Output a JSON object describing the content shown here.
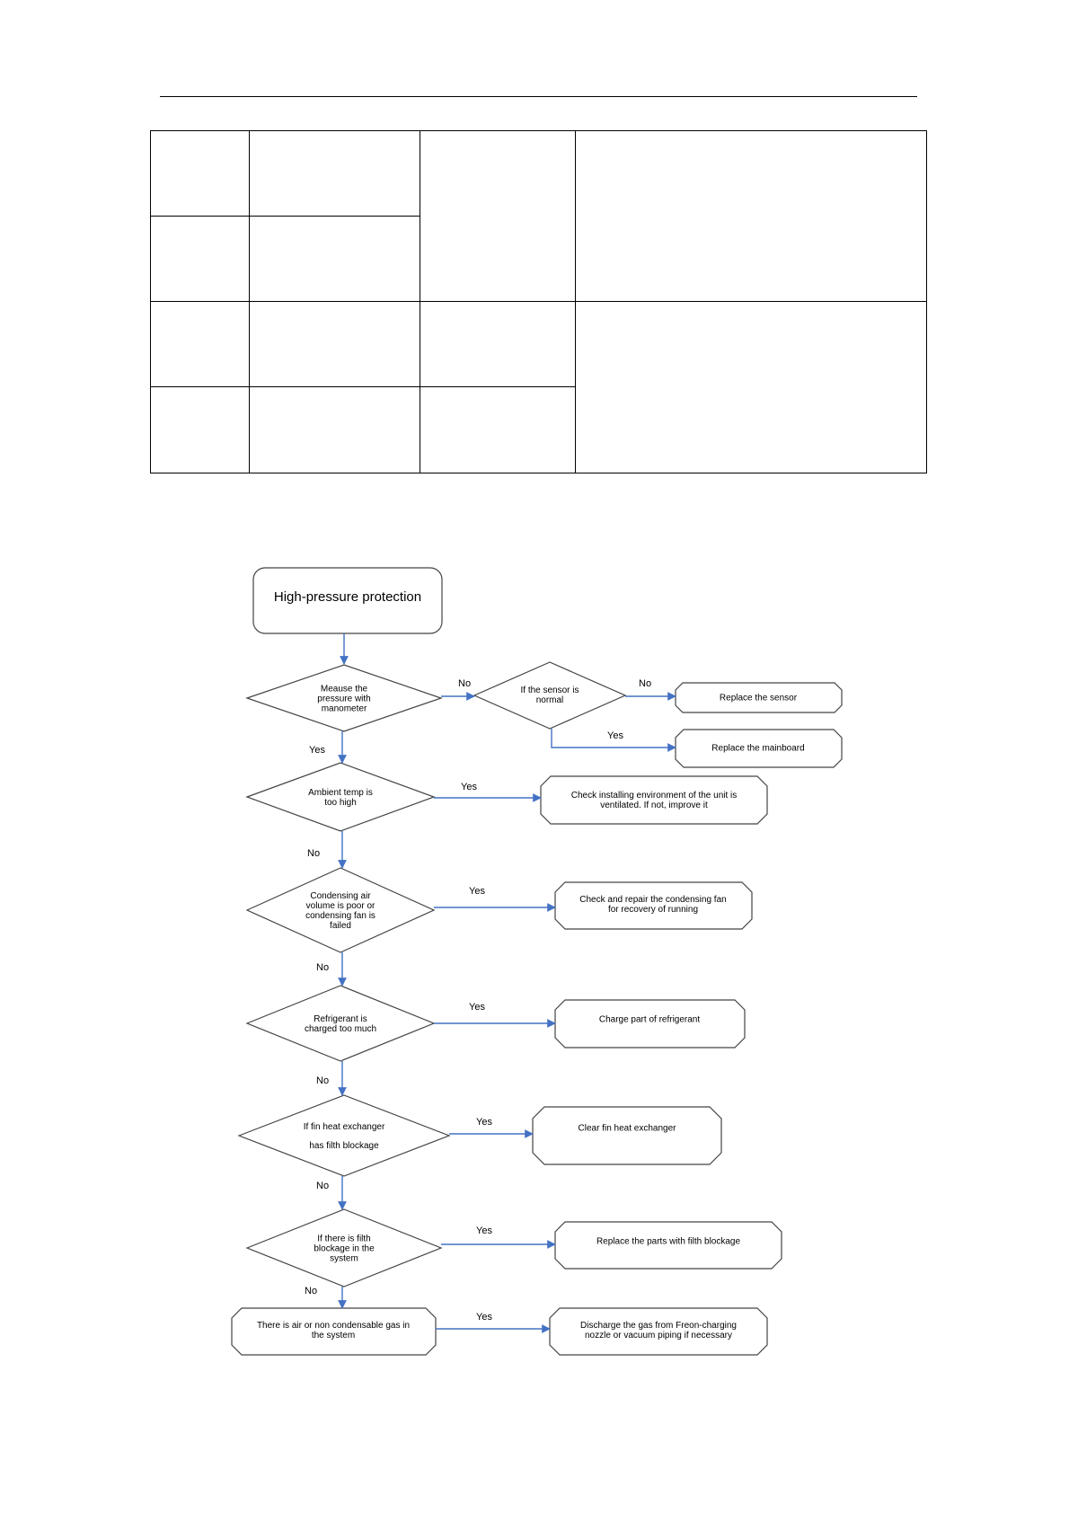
{
  "document": {
    "table": {
      "rows": 4,
      "columns": 4,
      "cells": [
        "",
        "",
        "",
        "",
        "",
        "",
        "",
        "",
        "",
        "",
        "",
        ""
      ]
    }
  },
  "flowchart": {
    "start": "High-pressure protection",
    "decisions": {
      "measure": [
        "Meause the",
        "pressure with",
        "manometer"
      ],
      "sensor": [
        "If the sensor is",
        "normal"
      ],
      "ambient": [
        "Ambient temp is",
        "too high"
      ],
      "condensing": [
        "Condensing air",
        "volume is poor or",
        "condensing fan   is",
        "failed"
      ],
      "refrigerant": [
        "Refrigerant is",
        "charged too much"
      ],
      "fin": [
        "If  fin  heat  exchanger",
        "has filth blockage"
      ],
      "filth": [
        "If there is filth",
        "blockage in the",
        "system"
      ]
    },
    "actions": {
      "replace_sensor": [
        "Replace the sensor"
      ],
      "replace_mainboard": [
        "Replace the mainboard"
      ],
      "check_environment": [
        "Check installing environment of the unit is",
        "ventilated. If not, improve it"
      ],
      "repair_fan": [
        "Check and repair the condensing fan",
        "for recovery of running"
      ],
      "charge_refrigerant": [
        "Charge part of refrigerant"
      ],
      "clear_fin": [
        "Clear fin heat exchanger"
      ],
      "replace_parts": [
        "Replace the parts with filth blockage"
      ],
      "air_gas": [
        "There is air or non condensable gas in",
        "the system"
      ],
      "discharge_gas": [
        "Discharge the gas from Freon-charging",
        "nozzle or vacuum piping if necessary"
      ]
    },
    "labels": {
      "yes": "Yes",
      "no": "No"
    }
  },
  "colors": {
    "arrow": "#4472c4",
    "outline": "#444444"
  }
}
